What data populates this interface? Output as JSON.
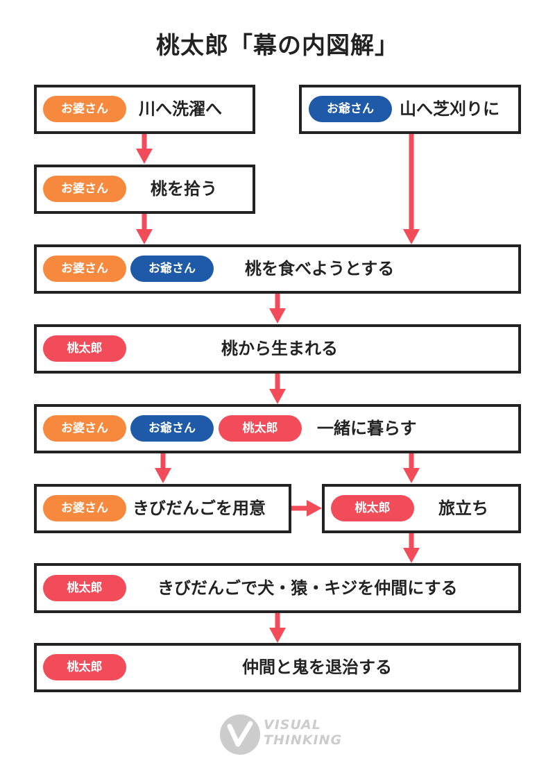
{
  "title": "桃太郎「幕の内図解」",
  "roles": {
    "oba": "お婆さん",
    "oji": "お爺さん",
    "momo": "桃太郎"
  },
  "nodes": {
    "n1": "川へ洗濯へ",
    "n2": "山へ芝刈りに",
    "n3": "桃を拾う",
    "n4": "桃を食べようとする",
    "n5": "桃から生まれる",
    "n6": "一緒に暮らす",
    "n7": "きびだんごを用意",
    "n8": "旅立ち",
    "n9": "きびだんごで犬・猿・キジを仲間にする",
    "n10": "仲間と鬼を退治する"
  },
  "colors": {
    "oba": "#f7893f",
    "oji": "#1f5aa8",
    "momo": "#f24c5a",
    "arrow": "#f24c5a",
    "border": "#222222"
  },
  "logo": {
    "line1": "VISUAL",
    "line2": "THINKING",
    "icon": "visual-thinking-logo-icon"
  }
}
